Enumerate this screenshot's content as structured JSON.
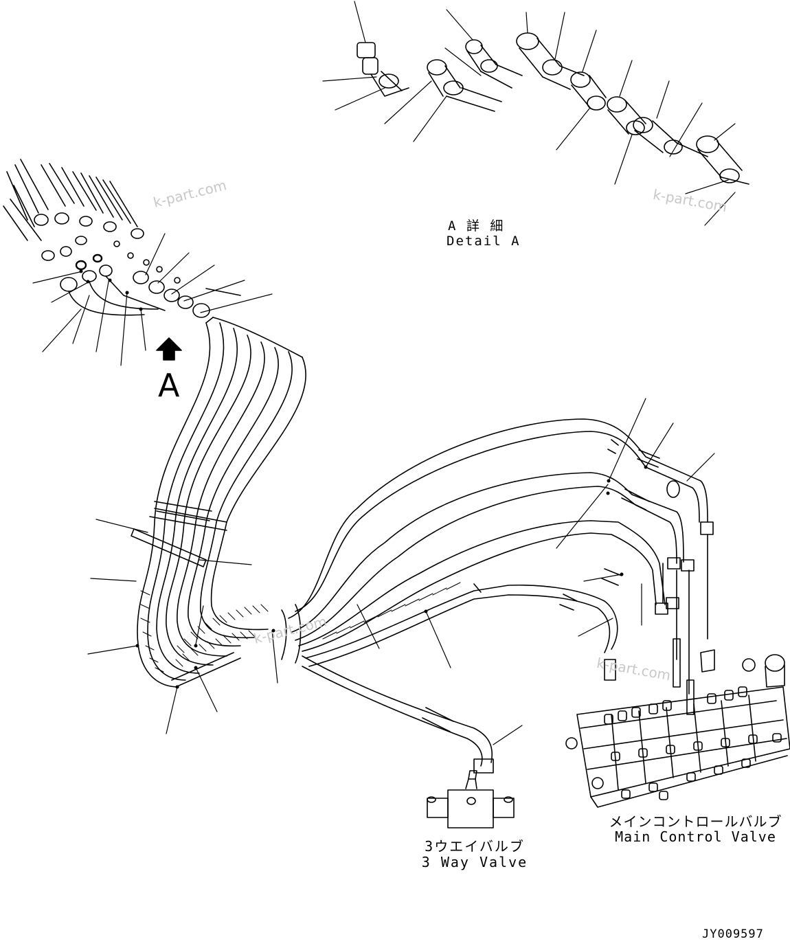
{
  "drawing": {
    "detail_label_jp": "A 詳 細",
    "detail_label_en": "Detail A",
    "view_arrow_label": "A",
    "three_way_valve_jp": "3ウエイバルブ",
    "three_way_valve_en": "3 Way Valve",
    "main_valve_jp": "メインコントロールバルブ",
    "main_valve_en": "Main Control Valve",
    "drawing_number": "JY009597"
  },
  "watermarks": [
    "k-part.com",
    "k-part.com",
    "k-part.com",
    "k-part.com"
  ],
  "colors": {
    "line": "#000000",
    "watermark": "#c8c8c8",
    "background": "#ffffff"
  }
}
